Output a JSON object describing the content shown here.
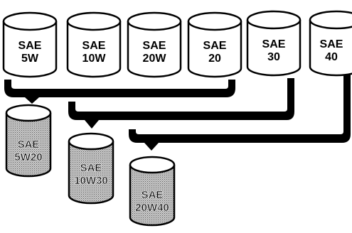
{
  "single_grades": [
    {
      "line1": "SAE",
      "line2": "5W"
    },
    {
      "line1": "SAE",
      "line2": "10W"
    },
    {
      "line1": "SAE",
      "line2": "20W"
    },
    {
      "line1": "SAE",
      "line2": "20"
    },
    {
      "line1": "SAE",
      "line2": "30"
    },
    {
      "line1": "SAE",
      "line2": "40"
    }
  ],
  "multi_grades": [
    {
      "line1": "SAE",
      "line2": "5W20"
    },
    {
      "line1": "SAE",
      "line2": "10W30"
    },
    {
      "line1": "SAE",
      "line2": "20W40"
    }
  ]
}
